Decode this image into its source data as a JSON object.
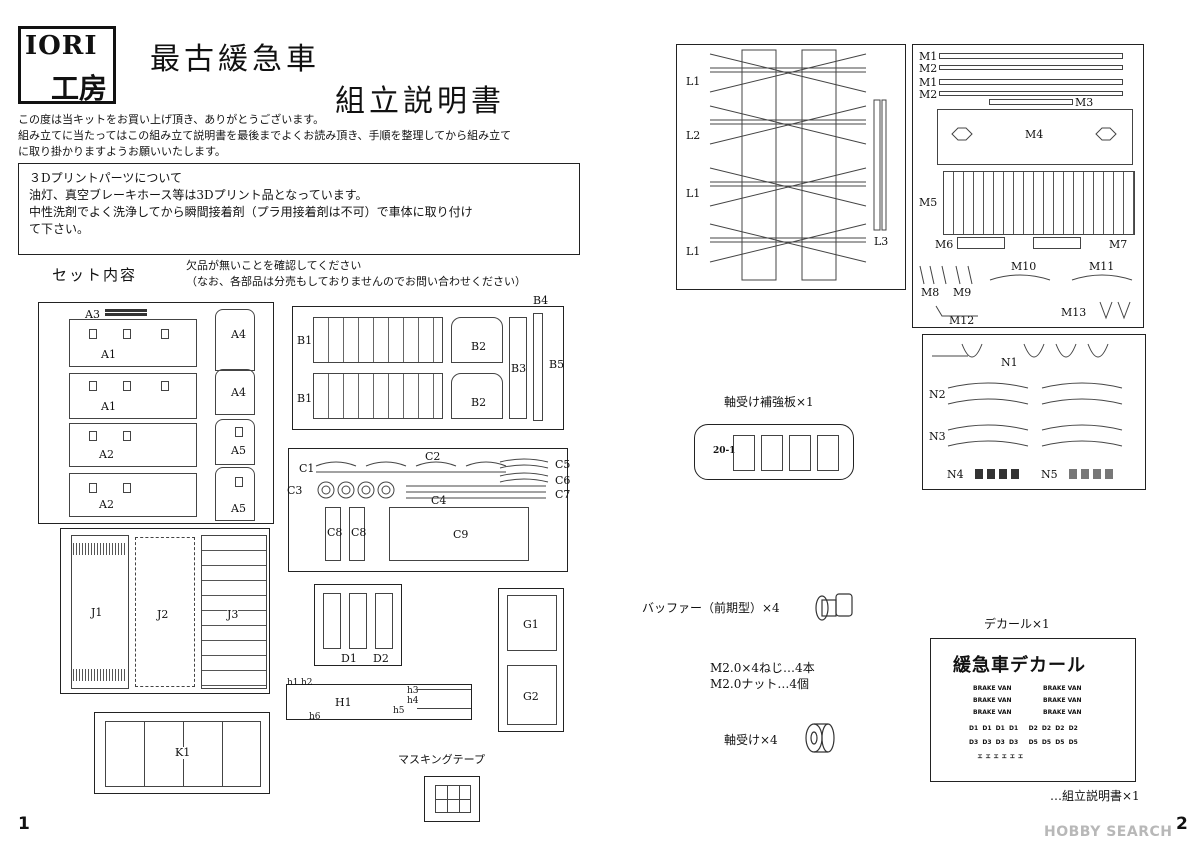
{
  "header": {
    "logo_top": "IORI",
    "logo_bottom": "工房",
    "title_line1": "最古緩急車",
    "title_line2": "組立説明書"
  },
  "intro": {
    "line1": "この度は当キットをお買い上げ頂き、ありがとうございます。",
    "line2": "組み立てに当たってはこの組み立て説明書を最後までよくお読み頂き、手順を整理してから組み立て",
    "line3": "に取り掛かりますようお願いいたします。"
  },
  "notice": {
    "line1": "３Dプリントパーツについて",
    "line2": "油灯、真空ブレーキホース等は3Dプリント品となっています。",
    "line3": "中性洗剤でよく洗浄してから瞬間接着剤（プラ用接着剤は不可）で車体に取り付け",
    "line4": "て下さい。"
  },
  "set": {
    "title": "セット内容",
    "missing_line1": "欠品が無いことを確認してください",
    "missing_line2": "（なお、各部品は分売もしておりませんのでお問い合わせください）"
  },
  "sheets": {
    "a": {
      "a3": "A3",
      "a1": "A1",
      "a1b": "A1",
      "a2": "A2",
      "a2b": "A2",
      "a4": "A4",
      "a4b": "A4",
      "a5": "A5",
      "a5b": "A5"
    },
    "b": {
      "b1": "B1",
      "b1b": "B1",
      "b2": "B2",
      "b2b": "B2",
      "b3": "B3",
      "b4": "B4",
      "b5": "B5"
    },
    "c": {
      "c1": "C1",
      "c2": "C2",
      "c3": "C3",
      "c4": "C4",
      "c5": "C5",
      "c6": "C6",
      "c7": "C7",
      "c8": "C8",
      "c8b": "C8",
      "c9": "C9"
    },
    "j": {
      "j1": "J1",
      "j2": "J2",
      "j3": "J3"
    },
    "d": {
      "d1": "D1",
      "d2": "D2"
    },
    "g": {
      "g1": "G1",
      "g2": "G2"
    },
    "h": {
      "h1": "h1",
      "h2": "h2",
      "h3": "h3",
      "h4": "h4",
      "h5": "h5",
      "h6": "h6",
      "hh1": "H1"
    },
    "k": {
      "k1": "K1"
    },
    "masking": "マスキングテープ",
    "l": {
      "l1": "L1",
      "l2": "L2",
      "l1b": "L1",
      "l1c": "L1",
      "l3": "L3"
    },
    "m": {
      "m1": "M1",
      "m2": "M2",
      "m1b": "M1",
      "m2b": "M2",
      "m3": "M3",
      "m4": "M4",
      "m5": "M5",
      "m6": "M6",
      "m7": "M7",
      "m8": "M8",
      "m9": "M9",
      "m10": "M10",
      "m11": "M11",
      "m12": "M12",
      "m13": "M13"
    },
    "n": {
      "n1": "N1",
      "n2": "N2",
      "n3": "N3",
      "n4": "N4",
      "n5": "N5"
    }
  },
  "items": {
    "reinforce": "軸受け補強板×1",
    "plate_code": "20-1",
    "buffer": "バッファー（前期型）×4",
    "screw": "M2.0×4ねじ…4本",
    "nut": "M2.0ナット…4個",
    "bearing": "軸受け×4",
    "decal_label": "デカール×1",
    "manual": "…組立説明書×1"
  },
  "decal": {
    "title": "緩急車デカール",
    "brake_van": "BRAKE VAN",
    "row1": "D1  D1  D1  D1     D2  D2  D2  D2",
    "row2": "D3  D3  D3  D3     D5  D5  D5  D5",
    "row3": "ェ ェ ェ ェ ェ ェ"
  },
  "pages": {
    "left": "1",
    "right": "2"
  },
  "watermark": "HOBBY SEARCH"
}
